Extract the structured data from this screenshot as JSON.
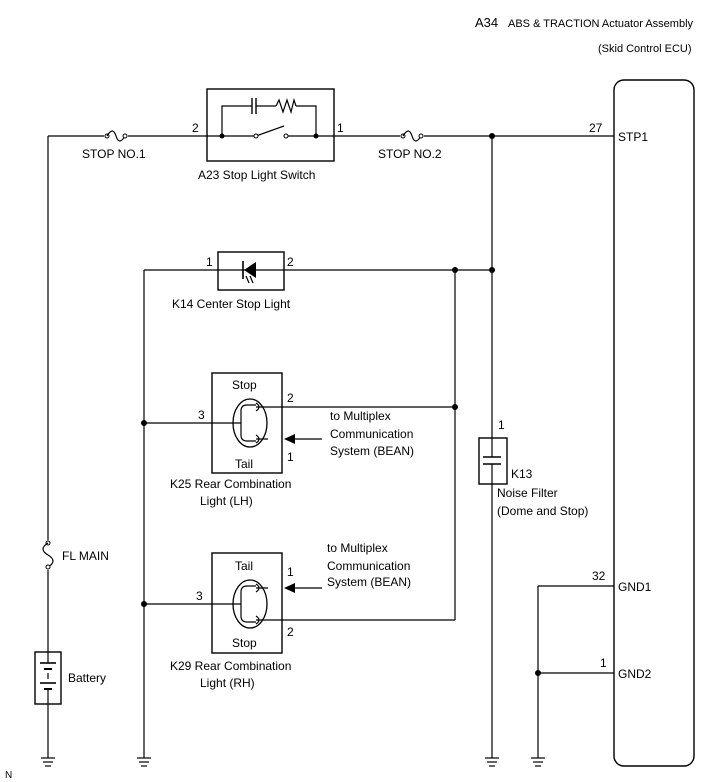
{
  "header": {
    "id": "A34",
    "title": "ABS & TRACTION Actuator Assembly",
    "subtitle": "(Skid Control ECU)"
  },
  "ecu": {
    "stp1": {
      "pin": "27",
      "name": "STP1"
    },
    "gnd1": {
      "pin": "32",
      "name": "GND1"
    },
    "gnd2": {
      "pin": "1",
      "name": "GND2"
    }
  },
  "fuses": {
    "stop1": "STOP NO.1",
    "stop2": "STOP NO.2",
    "fl_main": "FL MAIN"
  },
  "switch": {
    "label": "A23  Stop Light Switch",
    "pin_left": "2",
    "pin_right": "1"
  },
  "center_light": {
    "label": "K14  Center Stop Light",
    "pin_left": "1",
    "pin_right": "2"
  },
  "rear_lh": {
    "top": "Stop",
    "bottom": "Tail",
    "pin_left": "3",
    "pin_top": "2",
    "pin_bottom": "1",
    "label1": "K25  Rear Combination",
    "label2": "Light (LH)",
    "mux": [
      "to Multiplex",
      "Communication",
      "System (BEAN)"
    ]
  },
  "rear_rh": {
    "top": "Tail",
    "bottom": "Stop",
    "pin_left": "3",
    "pin_top": "1",
    "pin_bottom": "2",
    "label1": "K29  Rear Combination",
    "label2": "Light (RH)",
    "mux": [
      "to Multiplex",
      "Communication",
      "System (BEAN)"
    ]
  },
  "noise_filter": {
    "pin": "1",
    "id": "K13",
    "label1": "Noise Filter",
    "label2": "(Dome and Stop)"
  },
  "battery": {
    "label": "Battery"
  },
  "footer": {
    "mark": "N"
  }
}
